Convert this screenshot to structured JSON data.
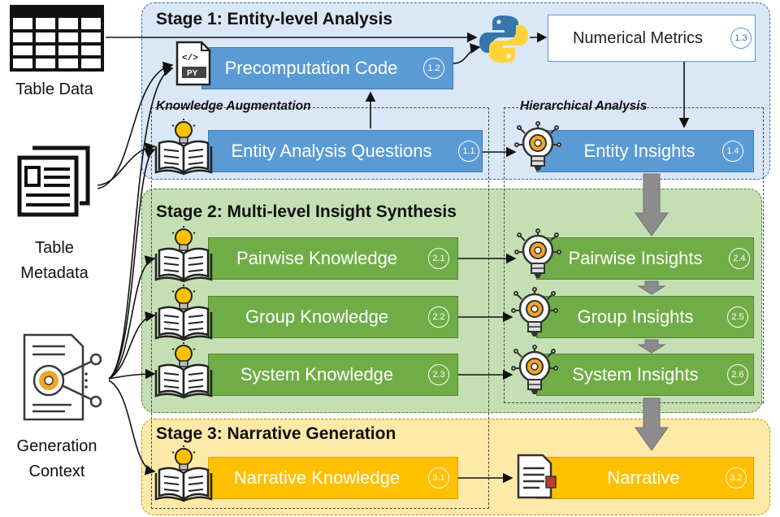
{
  "stages": {
    "s1": "Stage 1: Entity-level Analysis",
    "s2": "Stage 2: Multi-level Insight Synthesis",
    "s3": "Stage 3: Narrative Generation"
  },
  "sections": {
    "knowledge": "Knowledge Augmentation",
    "hierarchical": "Hierarchical Analysis"
  },
  "inputs": {
    "table_data": "Table Data",
    "table_metadata_1": "Table",
    "table_metadata_2": "Metadata",
    "context_1": "Generation",
    "context_2": "Context"
  },
  "nodes": {
    "precomp": {
      "label": "Precomputation Code",
      "badge": "1.2"
    },
    "metrics": {
      "label": "Numerical Metrics",
      "badge": "1.3"
    },
    "entity_q": {
      "label": "Entity Analysis Questions",
      "badge": "1.1"
    },
    "entity_i": {
      "label": "Entity Insights",
      "badge": "1.4"
    },
    "pair_k": {
      "label": "Pairwise Knowledge",
      "badge": "2.1"
    },
    "pair_i": {
      "label": "Pairwise Insights",
      "badge": "2.4"
    },
    "group_k": {
      "label": "Group Knowledge",
      "badge": "2.2"
    },
    "group_i": {
      "label": "Group Insights",
      "badge": "2.5"
    },
    "sys_k": {
      "label": "System Knowledge",
      "badge": "2.3"
    },
    "sys_i": {
      "label": "System Insights",
      "badge": "2.6"
    },
    "narr_k": {
      "label": "Narrative Knowledge",
      "badge": "3.1"
    },
    "narr": {
      "label": "Narrative",
      "badge": "3.2"
    }
  },
  "icons": {
    "py_file_text": "PY",
    "code_text": "</>"
  },
  "colors": {
    "blue": "#5b9bd5",
    "green": "#70ad47",
    "gold": "#ffc000",
    "stage1_bg": "#dae7f6",
    "stage2_bg": "#c5dfb4",
    "stage3_bg": "#fde9a8"
  }
}
